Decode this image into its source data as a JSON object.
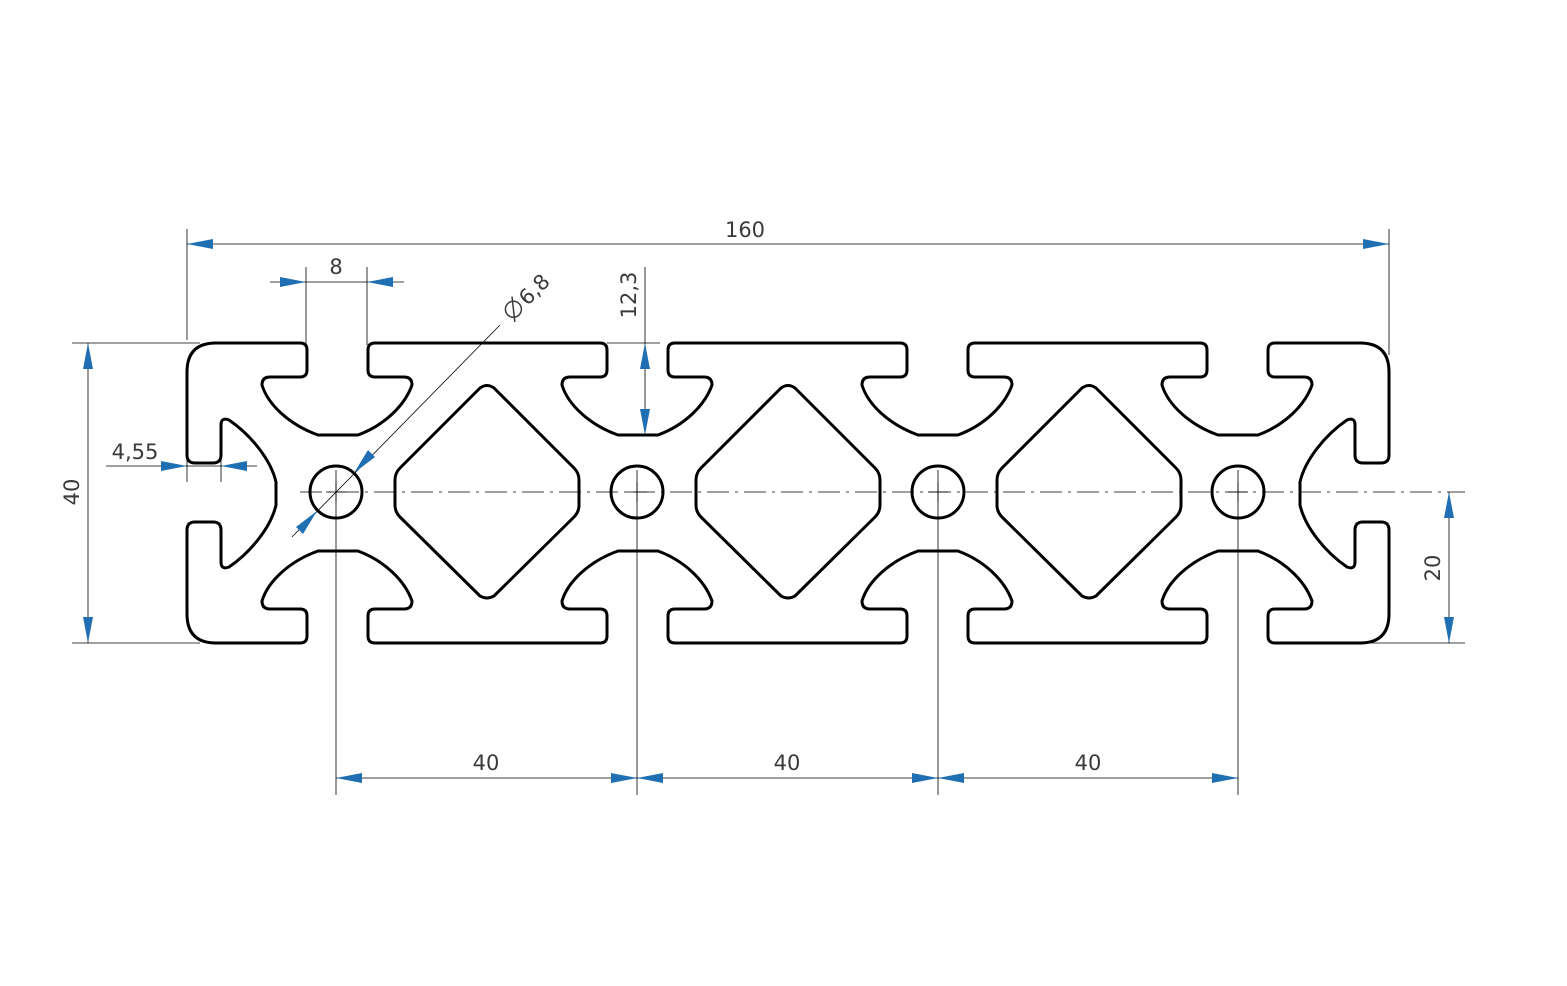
{
  "dimensions": {
    "overall_length": "160",
    "slot_width": "8",
    "bore_diameter": "6,8",
    "slot_depth": "12,3",
    "height": "40",
    "wall": "4,55",
    "half_height": "20",
    "pitch_1": "40",
    "pitch_2": "40",
    "pitch_3": "40"
  },
  "symbols": {
    "diameter": "diameter-icon"
  },
  "colors": {
    "arrow": "#1f6fb2",
    "line": "#000000",
    "text": "#3a3a3a"
  }
}
